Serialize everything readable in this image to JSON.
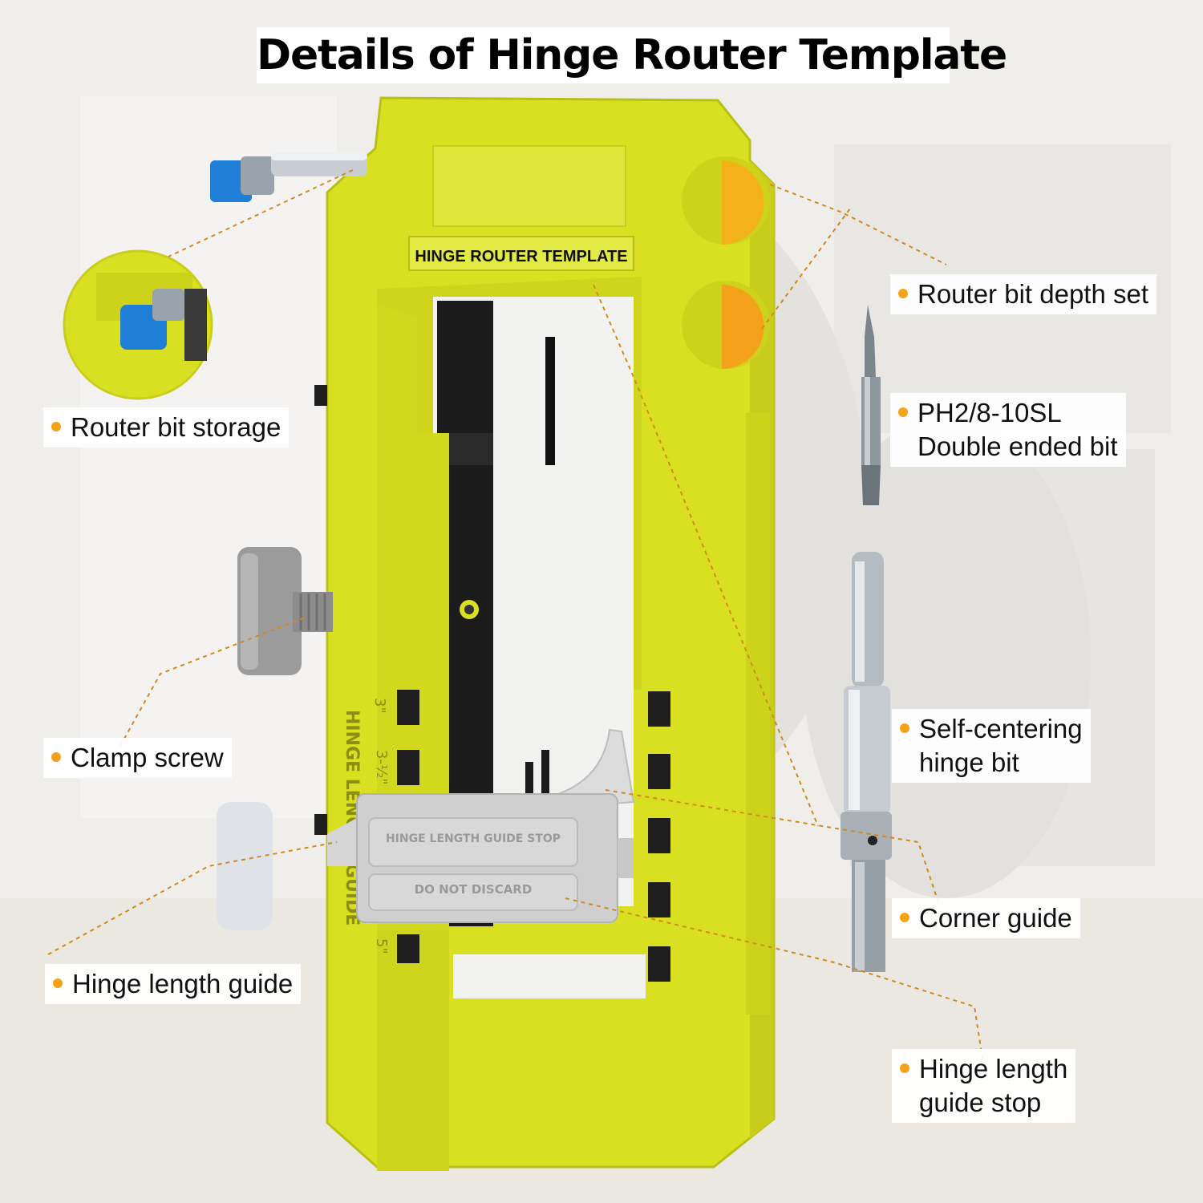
{
  "title": "Details of Hinge Router Template",
  "colors": {
    "template_yellow": "#d9e021",
    "accent_orange": "#f4a21a",
    "guide_stop_gray": "#cfcfcf",
    "bit_blue": "#1f7fd6"
  },
  "template": {
    "panel_label": "HINGE ROUTER TEMPLATE",
    "scale_marks": [
      "3\"",
      "3-½\"",
      "5\""
    ],
    "scale_label": "HINGE LENGTH GUIDE",
    "guide_stop_text_1": "HINGE LENGTH GUIDE STOP",
    "guide_stop_text_2": "DO NOT DISCARD"
  },
  "callouts": {
    "router_bit_storage": "Router bit storage",
    "clamp_screw": "Clamp screw",
    "hinge_length_guide": "Hinge length guide",
    "router_bit_depth_set": "Router bit depth set",
    "double_ended_bit_line1": "PH2/8-10SL",
    "double_ended_bit_line2": "Double ended bit",
    "self_centering_line1": "Self-centering",
    "self_centering_line2": "hinge bit",
    "corner_guide": "Corner guide",
    "guide_stop_line1": "Hinge length",
    "guide_stop_line2": "guide stop"
  }
}
